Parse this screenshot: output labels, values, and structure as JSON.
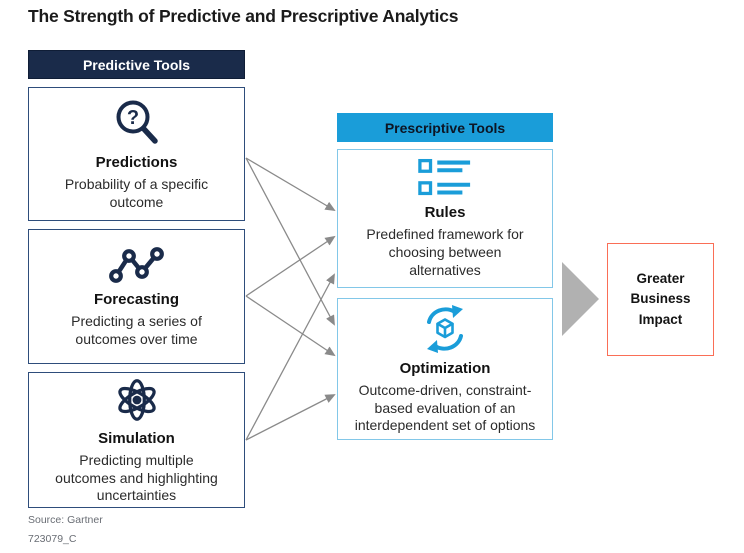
{
  "title": "The Strength of Predictive and Prescriptive Analytics",
  "predictive": {
    "header": "Predictive Tools",
    "cards": [
      {
        "title": "Predictions",
        "desc": "Probability of a specific outcome",
        "icon": "magnifier-question-icon"
      },
      {
        "title": "Forecasting",
        "desc": "Predicting a series of outcomes over time",
        "icon": "trend-line-icon"
      },
      {
        "title": "Simulation",
        "desc": "Predicting multiple outcomes and highlighting uncertainties",
        "icon": "atom-icon"
      }
    ]
  },
  "prescriptive": {
    "header": "Prescriptive Tools",
    "cards": [
      {
        "title": "Rules",
        "desc": "Predefined framework for choosing between alternatives",
        "icon": "checklist-icon"
      },
      {
        "title": "Optimization",
        "desc": "Outcome-driven, constraint-based evaluation of an interdependent set of options",
        "icon": "cube-refresh-icon"
      }
    ]
  },
  "impact": {
    "label": "Greater Business Impact"
  },
  "footer": {
    "source": "Source: Gartner",
    "figure_id": "723079_C"
  },
  "connections": [
    {
      "from": "predictions",
      "to": "rules"
    },
    {
      "from": "forecasting",
      "to": "rules"
    },
    {
      "from": "simulation",
      "to": "rules"
    },
    {
      "from": "predictions",
      "to": "optimization"
    },
    {
      "from": "forecasting",
      "to": "optimization"
    },
    {
      "from": "simulation",
      "to": "optimization"
    }
  ],
  "colors": {
    "navy_header": "#1a2b4a",
    "navy_card_border": "#2e4d7b",
    "blue_header": "#1a9dd9",
    "lightblue_card_border": "#82c7e8",
    "coral_border": "#fa6e56",
    "arrow_gray": "#8a8a8a",
    "triangle_gray": "#b1b1b1",
    "icon_navy": "#1a2b4a",
    "icon_blue": "#1a9dd9"
  }
}
